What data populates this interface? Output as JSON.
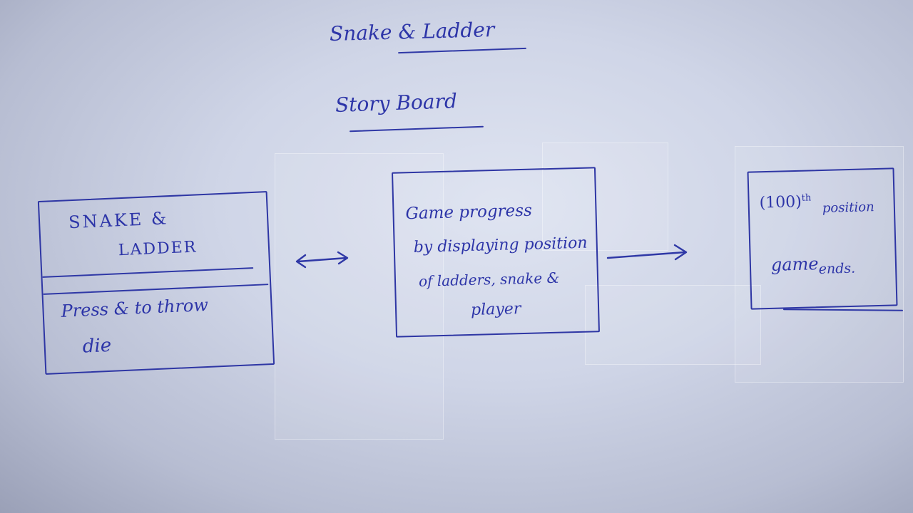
{
  "heading": {
    "title": "Snake & Ladder",
    "subtitle": "Story Board"
  },
  "boxes": [
    {
      "title_line1": "SNAKE &",
      "title_line2": "LADDER",
      "body_line1": "Press & to throw",
      "body_line2": "die"
    },
    {
      "line1": "Game progress",
      "line2": "by displaying position",
      "line3": "of ladders, snake &",
      "line4": "player"
    },
    {
      "line1_main": "(100)",
      "line1_sup": "th",
      "line1_rest": "position",
      "line2_main": "game",
      "line2_sub": "ends."
    }
  ],
  "colors": {
    "ink": "#2d35a8",
    "paper": "#d6dbec"
  }
}
